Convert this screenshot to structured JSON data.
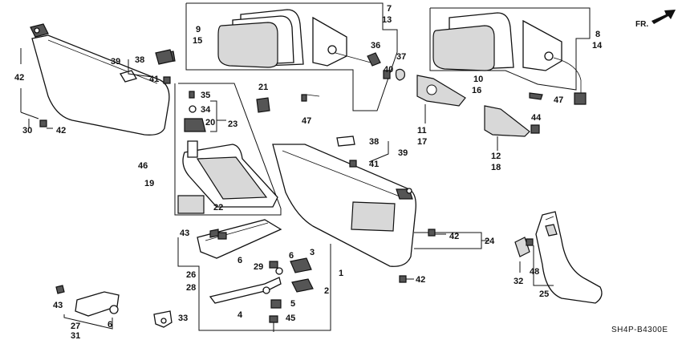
{
  "diagram": {
    "code": "SH4P-B4300E",
    "direction_badge": "FR.",
    "callouts": {
      "c7": "7",
      "c13": "13",
      "c9": "9",
      "c15": "15",
      "c36": "36",
      "c37": "37",
      "c40": "40",
      "c8": "8",
      "c14": "14",
      "c10": "10",
      "c16": "16",
      "c47a": "47",
      "c47b": "47",
      "c42a": "42",
      "c30": "30",
      "c42b": "42",
      "c39a": "39",
      "c38a": "38",
      "c41a": "41",
      "c21": "21",
      "c35": "35",
      "c34": "34",
      "c20": "20",
      "c23": "23",
      "c46": "46",
      "c19": "19",
      "c22": "22",
      "c11": "11",
      "c17": "17",
      "c12": "12",
      "c18": "18",
      "c44": "44",
      "c38b": "38",
      "c39b": "39",
      "c41b": "41",
      "c42c": "42",
      "c24": "24",
      "c42d": "42",
      "c43a": "43",
      "c6a": "6",
      "c26": "26",
      "c28": "28",
      "c6b": "6",
      "c29": "29",
      "c3": "3",
      "c1": "1",
      "c2": "2",
      "c4": "4",
      "c5": "5",
      "c45": "45",
      "c43b": "43",
      "c27": "27",
      "c31": "31",
      "c6c": "6",
      "c33": "33",
      "c32": "32",
      "c48": "48",
      "c25": "25"
    }
  }
}
